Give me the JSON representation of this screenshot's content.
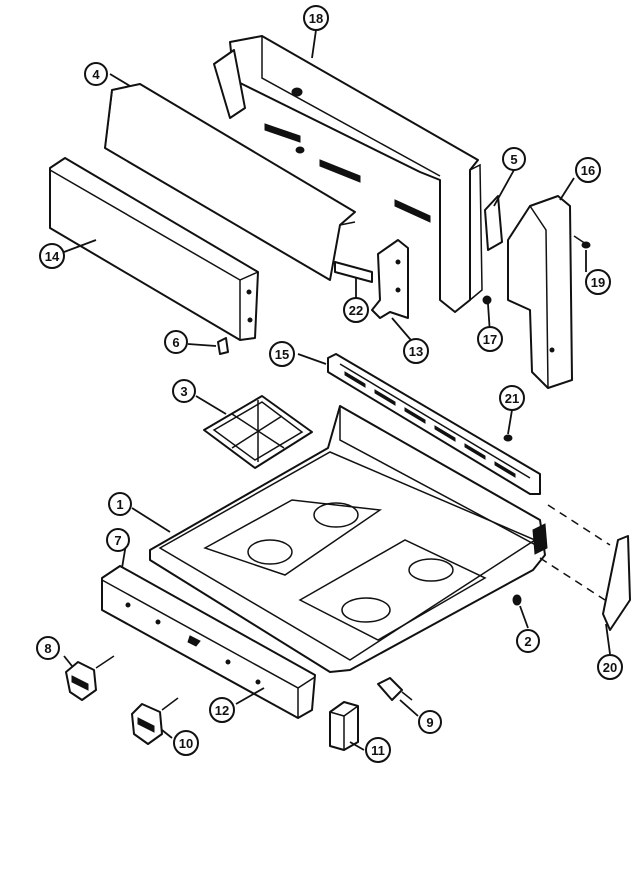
{
  "callouts": {
    "c1": "1",
    "c2": "2",
    "c3": "3",
    "c4": "4",
    "c5": "5",
    "c6": "6",
    "c7": "7",
    "c8": "8",
    "c9": "9",
    "c10": "10",
    "c11": "11",
    "c12": "12",
    "c13": "13",
    "c14": "14",
    "c15": "15",
    "c16": "16",
    "c17": "17",
    "c18": "18",
    "c19": "19",
    "c20": "20",
    "c21": "21",
    "c22": "22"
  },
  "colors": {
    "ink": "#111111",
    "paper": "#ffffff"
  }
}
